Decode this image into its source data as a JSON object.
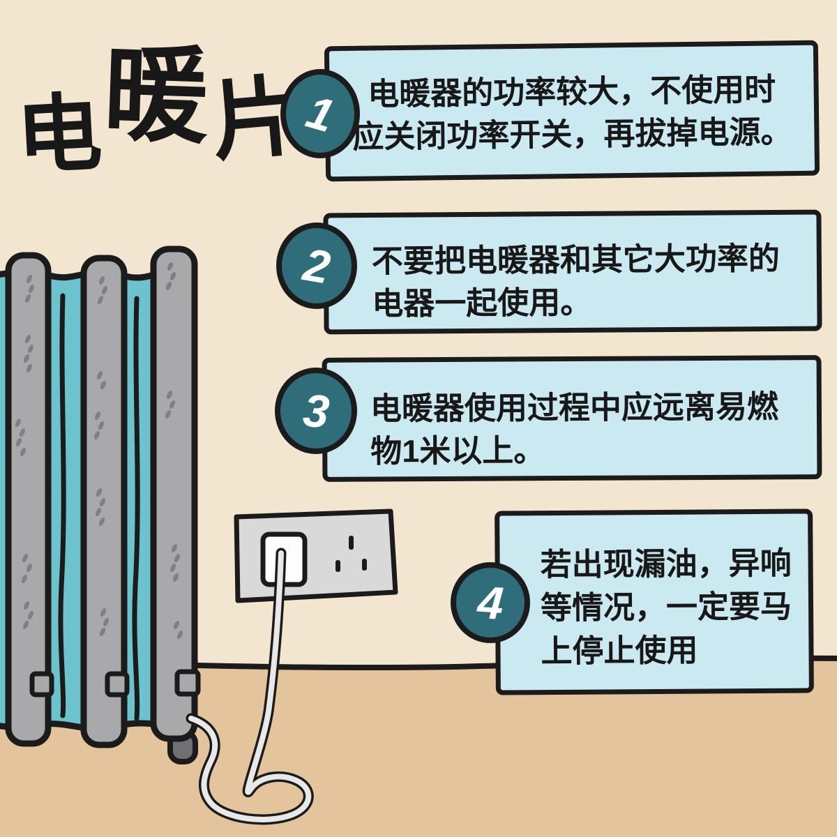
{
  "title": {
    "text": "电暖片",
    "chars": [
      "电",
      "暖",
      "片"
    ]
  },
  "tips": [
    {
      "number": "1",
      "lines": [
        "电暖器的功率较大，不使用时",
        "应关闭功率开关，再拔掉电源。"
      ]
    },
    {
      "number": "2",
      "lines": [
        "不要把电暖器和其它大功率的",
        "电器一起使用。"
      ]
    },
    {
      "number": "3",
      "lines": [
        "电暖器使用过程中应远离易燃",
        "物1米以上。"
      ]
    },
    {
      "number": "4",
      "lines": [
        "若出现漏油，异响",
        "等情况，一定要马",
        "上停止使用"
      ]
    }
  ],
  "illustration": {
    "radiator": "oil-filled-electric-radiator",
    "outlet": "wall-socket",
    "plug": "power-plug",
    "cord": "power-cord",
    "wheel": "caster-wheel"
  },
  "colors": {
    "wall": "#f3e6d0",
    "floor": "#e3c49c",
    "outline": "#1b1b1b",
    "tip_box_fill": "#cbe9f1",
    "badge_fill": "#2f6d7b",
    "radiator_teal": "#6cc2cd",
    "radiator_gray": "#a9a9ab",
    "speckle_gray": "#7f7f84",
    "outlet_plate": "#d9d9da",
    "plug_white": "#fdfdfd",
    "cord_gray": "#e8e8e8",
    "wheel_gray": "#707073"
  }
}
